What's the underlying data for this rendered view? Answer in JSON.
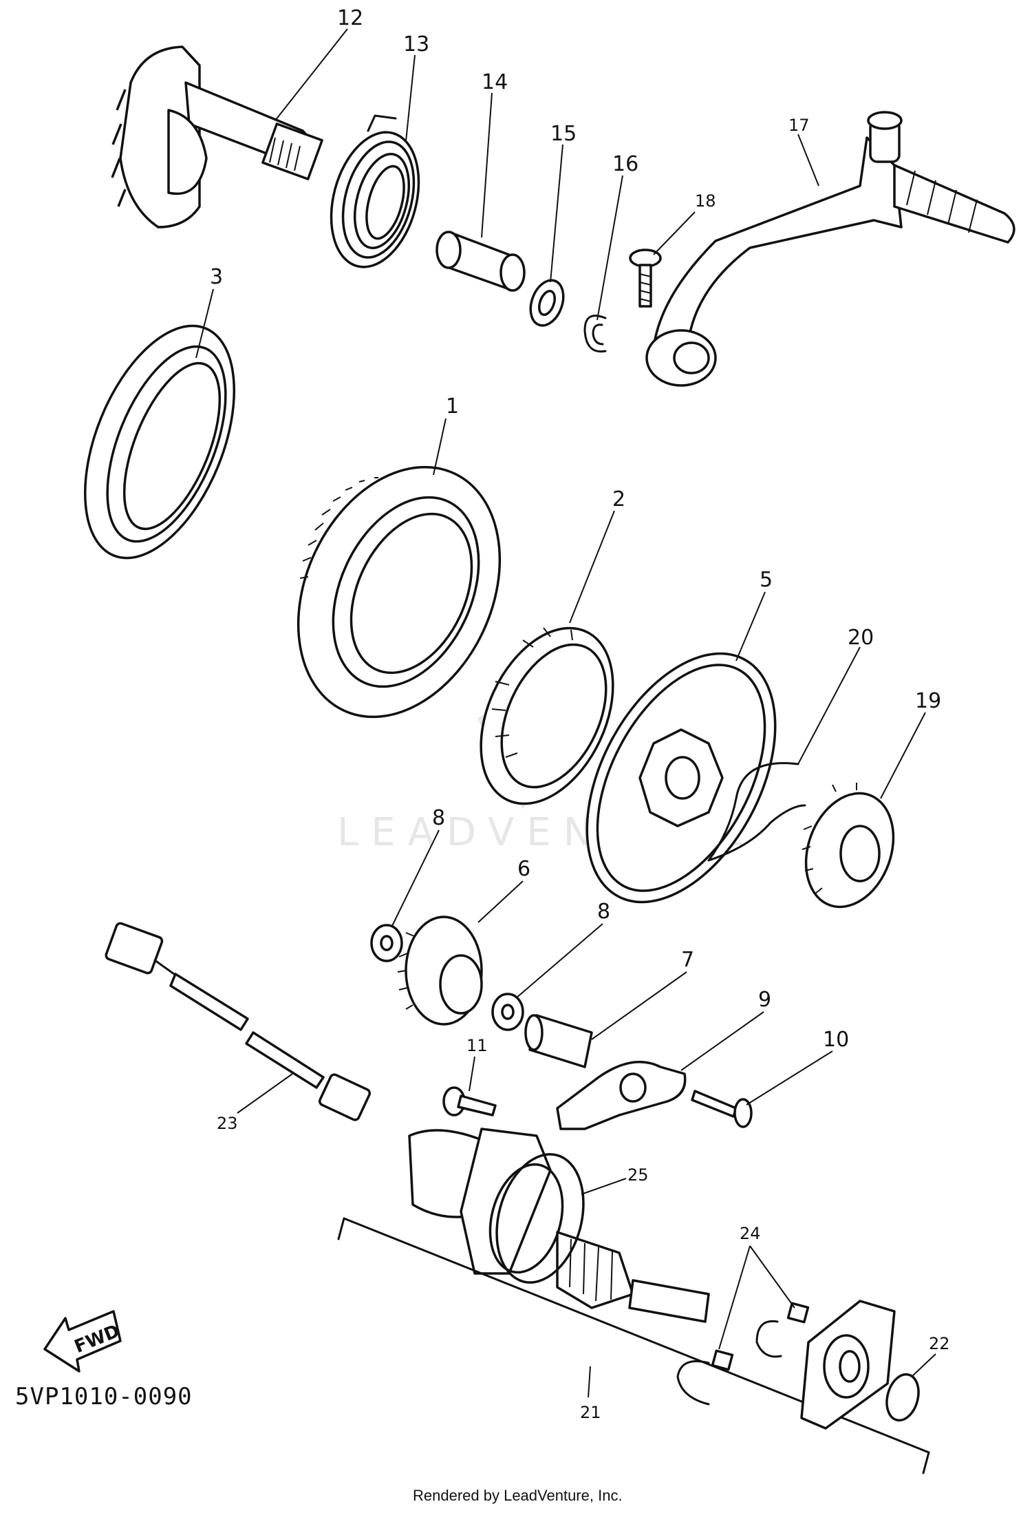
{
  "callouts": [
    {
      "id": "12",
      "text": "12"
    },
    {
      "id": "13",
      "text": "13"
    },
    {
      "id": "14",
      "text": "14"
    },
    {
      "id": "15",
      "text": "15"
    },
    {
      "id": "16",
      "text": "16"
    },
    {
      "id": "17",
      "text": "17"
    },
    {
      "id": "18",
      "text": "18"
    },
    {
      "id": "3",
      "text": "3"
    },
    {
      "id": "1",
      "text": "1"
    },
    {
      "id": "2",
      "text": "2"
    },
    {
      "id": "5",
      "text": "5"
    },
    {
      "id": "20",
      "text": "20"
    },
    {
      "id": "19",
      "text": "19"
    },
    {
      "id": "8a",
      "text": "8"
    },
    {
      "id": "6",
      "text": "6"
    },
    {
      "id": "8b",
      "text": "8"
    },
    {
      "id": "7",
      "text": "7"
    },
    {
      "id": "9",
      "text": "9"
    },
    {
      "id": "10",
      "text": "10"
    },
    {
      "id": "11",
      "text": "11"
    },
    {
      "id": "23",
      "text": "23"
    },
    {
      "id": "25",
      "text": "25"
    },
    {
      "id": "24",
      "text": "24"
    },
    {
      "id": "22",
      "text": "22"
    },
    {
      "id": "21",
      "text": "21"
    }
  ],
  "direction_label": "FWD",
  "diagram_code": "5VP1010-0090",
  "watermark": "LEADVENTURE",
  "footer": "Rendered by LeadVenture, Inc."
}
